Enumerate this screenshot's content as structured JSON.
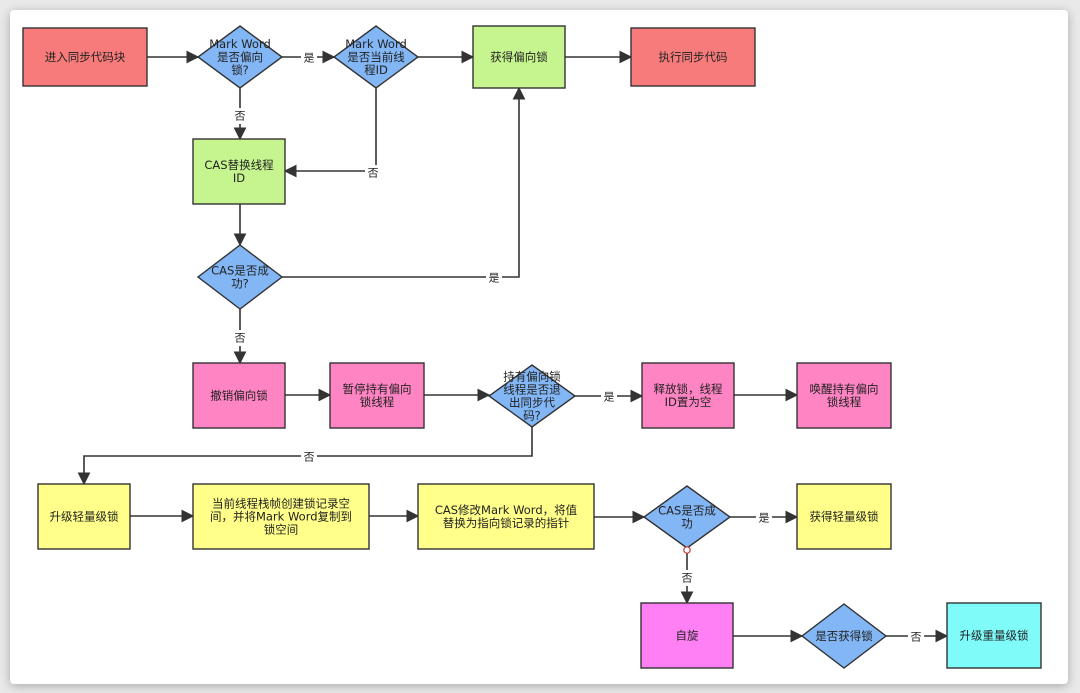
{
  "colors": {
    "red": "#f87b7b",
    "green": "#c6f58f",
    "blue": "#82b6f5",
    "pink": "#ff84c4",
    "yellow": "#ffff8a",
    "magenta": "#ff7ff5",
    "cyan": "#7ffcfa",
    "line": "#333333"
  },
  "nodes": {
    "enter_sync": {
      "lines": [
        "进入同步代码块"
      ]
    },
    "q_markword_biased": {
      "lines": [
        "Mark Word",
        "是否偏向",
        "锁?"
      ]
    },
    "q_markword_current": {
      "lines": [
        "Mark Word",
        "是否当前线",
        "程ID"
      ]
    },
    "get_biased": {
      "lines": [
        "获得偏向锁"
      ]
    },
    "exec_sync": {
      "lines": [
        "执行同步代码"
      ]
    },
    "cas_replace": {
      "lines": [
        "CAS替换线程",
        "ID"
      ]
    },
    "q_cas1": {
      "lines": [
        "CAS是否成",
        "功?"
      ]
    },
    "revoke": {
      "lines": [
        "撤销偏向锁"
      ]
    },
    "pause": {
      "lines": [
        "暂停持有偏向",
        "锁线程"
      ]
    },
    "q_exit": {
      "lines": [
        "持有偏向锁",
        "线程是否退",
        "出同步代",
        "码?"
      ]
    },
    "release": {
      "lines": [
        "释放锁，线程",
        "ID置为空"
      ]
    },
    "wake": {
      "lines": [
        "唤醒持有偏向",
        "锁线程"
      ]
    },
    "upgrade_light": {
      "lines": [
        "升级轻量级锁"
      ]
    },
    "create_record": {
      "lines": [
        "当前线程栈帧创建锁记录空",
        "间，并将Mark Word复制到",
        "锁空间"
      ]
    },
    "cas_modify": {
      "lines": [
        "CAS修改Mark Word，将值",
        "替换为指向锁记录的指针"
      ]
    },
    "q_cas2": {
      "lines": [
        "CAS是否成",
        "功"
      ]
    },
    "get_light": {
      "lines": [
        "获得轻量级锁"
      ]
    },
    "spin": {
      "lines": [
        "自旋"
      ]
    },
    "q_acquired": {
      "lines": [
        "是否获得锁"
      ]
    },
    "upgrade_heavy": {
      "lines": [
        "升级重量级锁"
      ]
    }
  },
  "edges": [
    {
      "id": "e1",
      "from": "enter_sync",
      "to": "q_markword_biased",
      "label": ""
    },
    {
      "id": "e2",
      "from": "q_markword_biased",
      "to": "q_markword_current",
      "label": "是"
    },
    {
      "id": "e3",
      "from": "q_markword_current",
      "to": "get_biased",
      "label": ""
    },
    {
      "id": "e4",
      "from": "get_biased",
      "to": "exec_sync",
      "label": ""
    },
    {
      "id": "e5",
      "from": "q_markword_biased",
      "to": "cas_replace",
      "label": "否"
    },
    {
      "id": "e6",
      "from": "q_markword_current",
      "to": "cas_replace",
      "label": "否"
    },
    {
      "id": "e7",
      "from": "cas_replace",
      "to": "q_cas1",
      "label": ""
    },
    {
      "id": "e8",
      "from": "q_cas1",
      "to": "get_biased",
      "label": "是"
    },
    {
      "id": "e9",
      "from": "q_cas1",
      "to": "revoke",
      "label": "否"
    },
    {
      "id": "e10",
      "from": "revoke",
      "to": "pause",
      "label": ""
    },
    {
      "id": "e11",
      "from": "pause",
      "to": "q_exit",
      "label": ""
    },
    {
      "id": "e12",
      "from": "q_exit",
      "to": "release",
      "label": "是"
    },
    {
      "id": "e13",
      "from": "release",
      "to": "wake",
      "label": ""
    },
    {
      "id": "e14",
      "from": "q_exit",
      "to": "upgrade_light",
      "label": "否"
    },
    {
      "id": "e15",
      "from": "upgrade_light",
      "to": "create_record",
      "label": ""
    },
    {
      "id": "e16",
      "from": "create_record",
      "to": "cas_modify",
      "label": ""
    },
    {
      "id": "e17",
      "from": "cas_modify",
      "to": "q_cas2",
      "label": ""
    },
    {
      "id": "e18",
      "from": "q_cas2",
      "to": "get_light",
      "label": "是"
    },
    {
      "id": "e19",
      "from": "q_cas2",
      "to": "spin",
      "label": "否"
    },
    {
      "id": "e20",
      "from": "spin",
      "to": "q_acquired",
      "label": ""
    },
    {
      "id": "e21",
      "from": "q_acquired",
      "to": "upgrade_heavy",
      "label": "否"
    }
  ]
}
